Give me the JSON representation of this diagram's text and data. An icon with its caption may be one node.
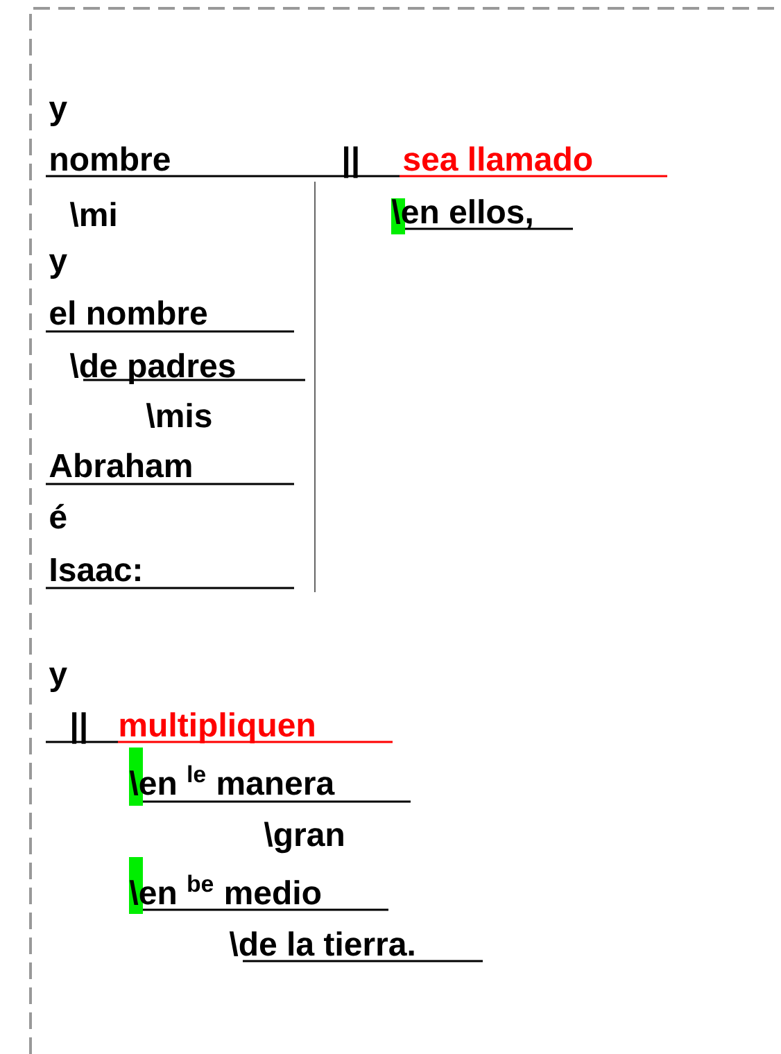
{
  "diagram": {
    "labels": [
      "y",
      "nombre",
      "||",
      "sea llamado",
      "\\mi",
      "\\en ellos,",
      "y",
      "el nombre",
      "\\de padres",
      "\\mis",
      "Abraham",
      "é",
      "Isaac:",
      "y",
      "||",
      "multipliquen",
      "\\en $^{le}$ manera",
      "\\gran",
      "\\en $^{be}$ medio",
      "\\de la tierra."
    ]
  }
}
